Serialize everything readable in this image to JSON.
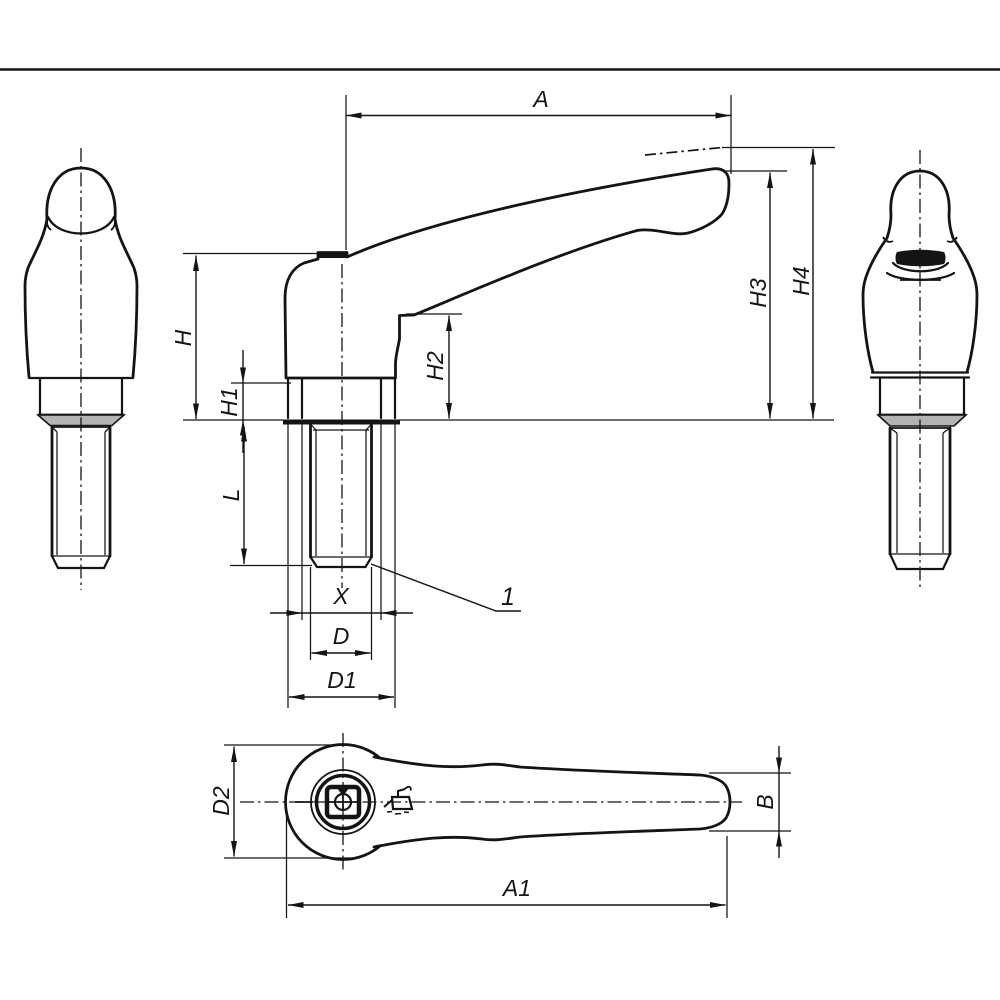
{
  "labels": {
    "a": "A",
    "h": "H",
    "h1": "H1",
    "h2": "H2",
    "h3": "H3",
    "h4": "H4",
    "l": "L",
    "x": "X",
    "d": "D",
    "d1": "D1",
    "d2": "D2",
    "b": "B",
    "a1": "A1",
    "callout": "1"
  },
  "icons": {
    "lubrication": "lubrication-symbol"
  },
  "colors": {
    "line": "#141414",
    "shade": "#b4b4b4",
    "background": "#ffffff"
  }
}
